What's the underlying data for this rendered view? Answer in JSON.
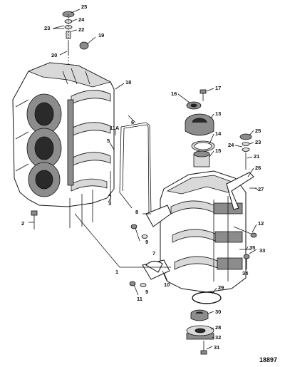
{
  "callouts": {
    "c1": "1",
    "c2": "2",
    "c3": "3",
    "c4": "4",
    "c5": "5",
    "c6": "6",
    "c7": "7",
    "c8": "8",
    "c9a": "9",
    "c9b": "9",
    "c10": "10",
    "c11a": "11",
    "c11b": "11A",
    "c12": "12",
    "c13": "13",
    "c14": "14",
    "c15": "15",
    "c16": "16",
    "c17": "17",
    "c18": "18",
    "c19": "19",
    "c20": "20",
    "c21": "21",
    "c22": "22",
    "c23a": "23",
    "c23b": "23",
    "c24a": "24",
    "c24b": "24",
    "c25a": "25",
    "c25b": "25",
    "c26": "26",
    "c27": "27",
    "c28": "28",
    "c29": "29",
    "c30": "30",
    "c31": "31",
    "c32": "32",
    "c33": "33",
    "c34": "34",
    "c35": "35"
  },
  "figure_number": "18897"
}
